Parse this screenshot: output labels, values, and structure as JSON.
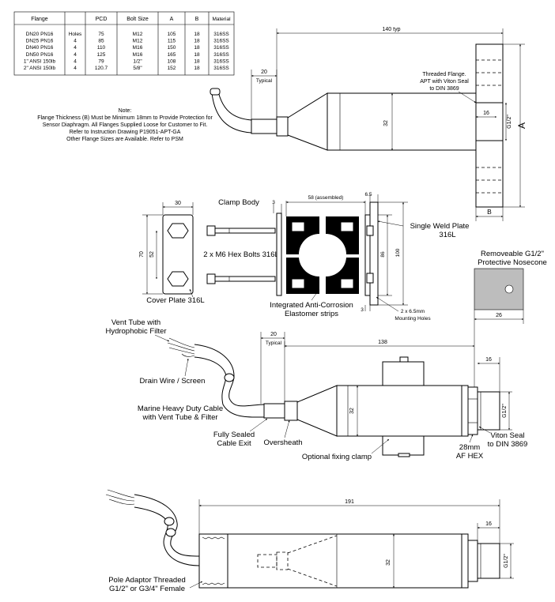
{
  "flange_table": {
    "headers": [
      "Flange",
      "",
      "PCD",
      "Bolt Size",
      "A",
      "B",
      "Material"
    ],
    "holes_label": "Holes",
    "rows": [
      [
        "DN20 PN16",
        "",
        "75",
        "M12",
        "105",
        "18",
        "316SS"
      ],
      [
        "DN25 PN16",
        "4",
        "85",
        "M12",
        "115",
        "18",
        "316SS"
      ],
      [
        "DN40 PN16",
        "4",
        "110",
        "M16",
        "150",
        "18",
        "316SS"
      ],
      [
        "DN50 PN16",
        "4",
        "125",
        "M16",
        "165",
        "18",
        "316SS"
      ],
      [
        "1\" ANSI 150lb",
        "4",
        "79",
        "1/2\"",
        "108",
        "18",
        "316SS"
      ],
      [
        "2\" ANSI 150lb",
        "4",
        "120.7",
        "5/8\"",
        "152",
        "18",
        "316SS"
      ]
    ]
  },
  "note": {
    "title": "Note:",
    "lines": [
      "Flange Thickness (B) Must be Minimum 18mm to Provide Protection for",
      "Sensor Diaphragm. All Flanges Supplied Loose for Customer to Fit.",
      "Refer to Instruction Drawing P19051-APT-GA",
      "Other Flange Sizes are Available. Refer to PSM"
    ]
  },
  "flanged_sensor": {
    "dim_length": "140 typ",
    "dim_20": "20",
    "dim_typical": "Typical",
    "dim_32": "32",
    "dim_16": "16",
    "dim_thread": "G1/2\"",
    "dim_A": "A",
    "dim_B": "B",
    "callout_lines": [
      "Threaded Flange.",
      "APT with Viton Seal",
      "to DIN 3869"
    ]
  },
  "clamp": {
    "title": "Clamp Body",
    "dim_30": "30",
    "dim_3": "3",
    "dim_assembled": "58 (assembled)",
    "dim_6_5": "6.5",
    "dim_70": "70",
    "dim_52": "52",
    "dim_86": "86",
    "dim_100": "100",
    "dim_3b": "3",
    "bolts_label": "2 x M6 Hex Bolts 316L",
    "cover_plate_label": "Cover Plate 316L",
    "elastomer_lines": [
      "Integrated Anti-Corrosion",
      "Elastomer strips"
    ],
    "weld_plate_lines": [
      "Single Weld Plate",
      "316L"
    ],
    "mounting_lines": [
      "2 x 6.5mm",
      "Mounting Holes"
    ]
  },
  "nosecone": {
    "label_lines": [
      "Removeable G1/2\"",
      "Protective Nosecone"
    ],
    "dim_26": "26"
  },
  "cable_sensor": {
    "vent_tube_lines": [
      "Vent Tube with",
      "Hydrophobic Filter"
    ],
    "drain_wire": "Drain Wire / Screen",
    "cable_lines": [
      "Marine Heavy Duty Cable",
      "with Vent Tube & Filter"
    ],
    "cable_exit_lines": [
      "Fully Sealed",
      "Cable Exit"
    ],
    "oversheath": "Oversheath",
    "fixing_clamp": "Optional fixing clamp",
    "dim_20": "20",
    "dim_typical": "Typical",
    "dim_138": "138",
    "dim_16": "16",
    "dim_32": "32",
    "dim_thread": "G1/2\"",
    "hex_lines": [
      "28mm",
      "AF HEX"
    ],
    "seal_lines": [
      "Viton Seal",
      "to DIN 3869"
    ]
  },
  "pole_sensor": {
    "dim_191": "191",
    "dim_16": "16",
    "dim_32": "32",
    "dim_thread": "G1/2\"",
    "adaptor_lines": [
      "Pole Adaptor Threaded",
      "G1/2\" or G3/4\" Female"
    ]
  }
}
